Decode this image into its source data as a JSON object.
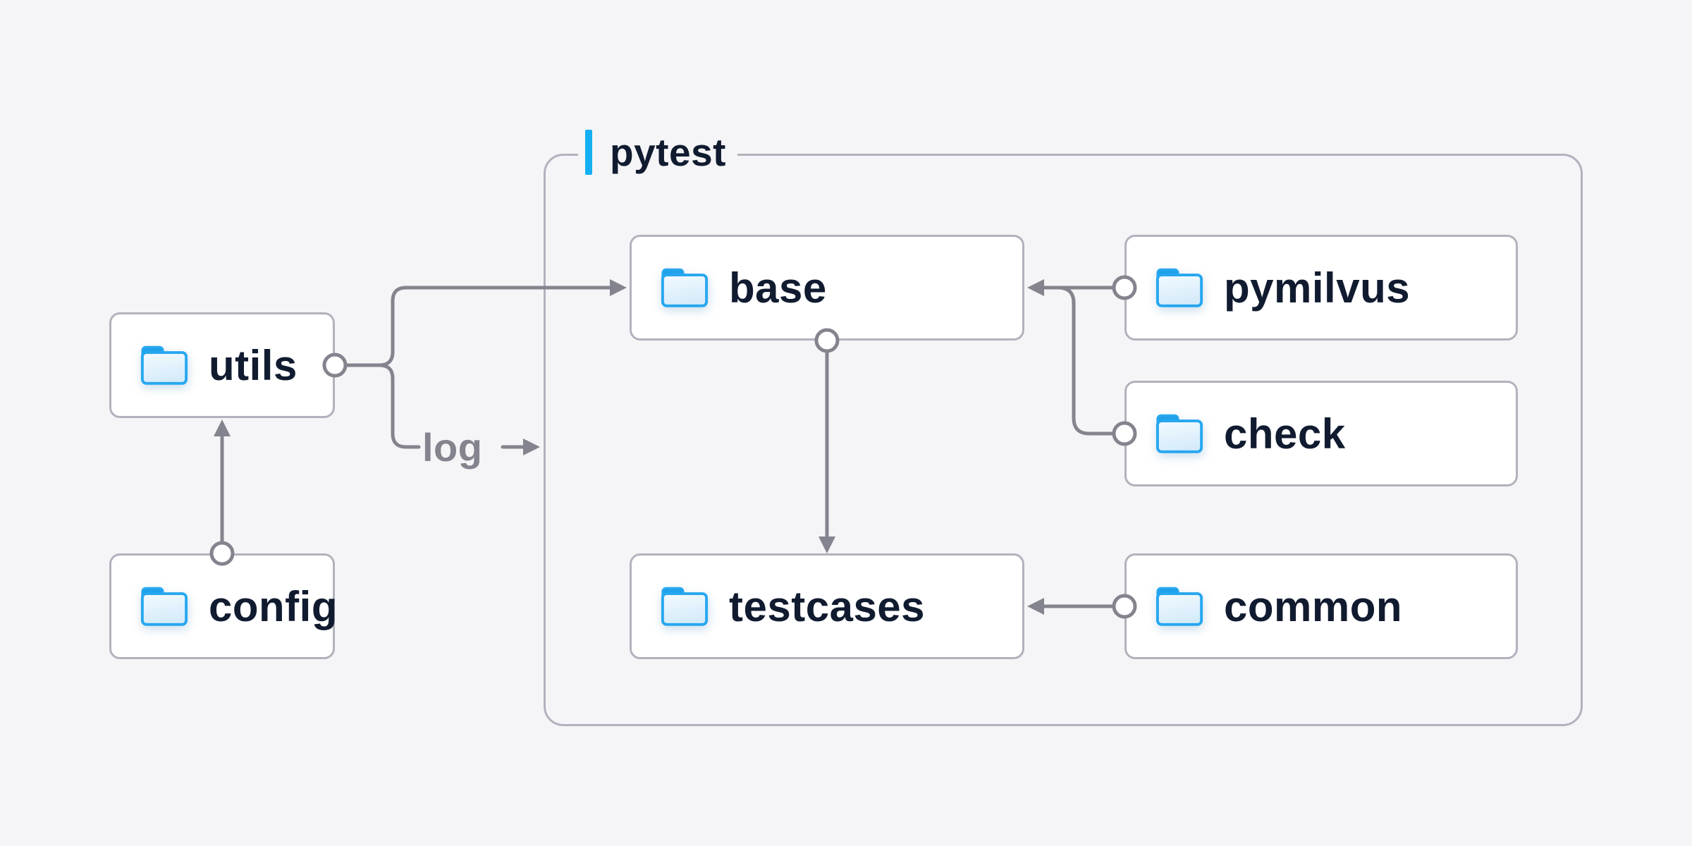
{
  "diagram": {
    "group": {
      "label": "pytest"
    },
    "nodes": [
      {
        "id": "utils",
        "label": "utils",
        "icon": "folder-icon"
      },
      {
        "id": "config",
        "label": "config",
        "icon": "folder-icon"
      },
      {
        "id": "base",
        "label": "base",
        "icon": "folder-icon"
      },
      {
        "id": "testcases",
        "label": "testcases",
        "icon": "folder-icon"
      },
      {
        "id": "pymilvus",
        "label": "pymilvus",
        "icon": "folder-icon"
      },
      {
        "id": "check",
        "label": "check",
        "icon": "folder-icon"
      },
      {
        "id": "common",
        "label": "common",
        "icon": "folder-icon"
      }
    ],
    "edges": [
      {
        "from": "config",
        "to": "utils",
        "label": ""
      },
      {
        "from": "utils",
        "to": "base",
        "label": ""
      },
      {
        "from": "utils",
        "to": "pytest-group",
        "label": "log"
      },
      {
        "from": "pymilvus",
        "to": "base",
        "label": ""
      },
      {
        "from": "check",
        "to": "base",
        "label": ""
      },
      {
        "from": "base",
        "to": "testcases",
        "label": ""
      },
      {
        "from": "common",
        "to": "testcases",
        "label": ""
      }
    ],
    "edge_labels": {
      "log": "log"
    }
  },
  "colors": {
    "bg": "#F5F5F7",
    "box_bg": "#FFFFFF",
    "border_gray": "#B2B2BE",
    "line_gray": "#84848E",
    "text_navy": "#111B30",
    "accent_blue": "#14AFF2",
    "folder_stroke": "#27A7EF",
    "folder_tab": "#1FA0EA",
    "folder_fill_top": "#F3FAFE",
    "folder_fill_bottom": "#D5EBFA"
  }
}
